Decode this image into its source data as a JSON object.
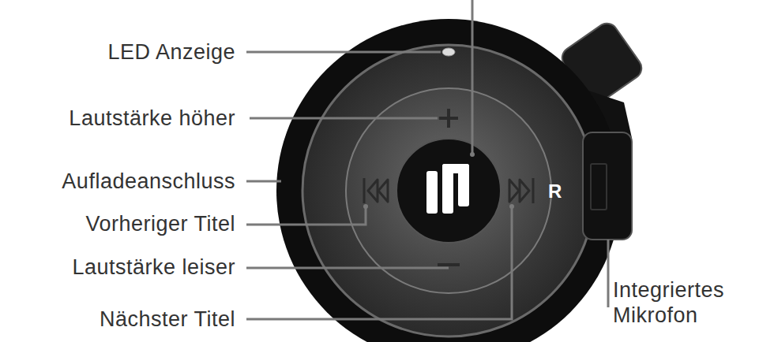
{
  "diagram": {
    "labels": [
      "LED Anzeige",
      "Lautstärke höher",
      "Aufladeanschluss",
      "Vorheriger Titel",
      "Lautstärke leiser",
      "Nächster Titel",
      "R",
      "Integriertes Mikrofon"
    ]
  }
}
